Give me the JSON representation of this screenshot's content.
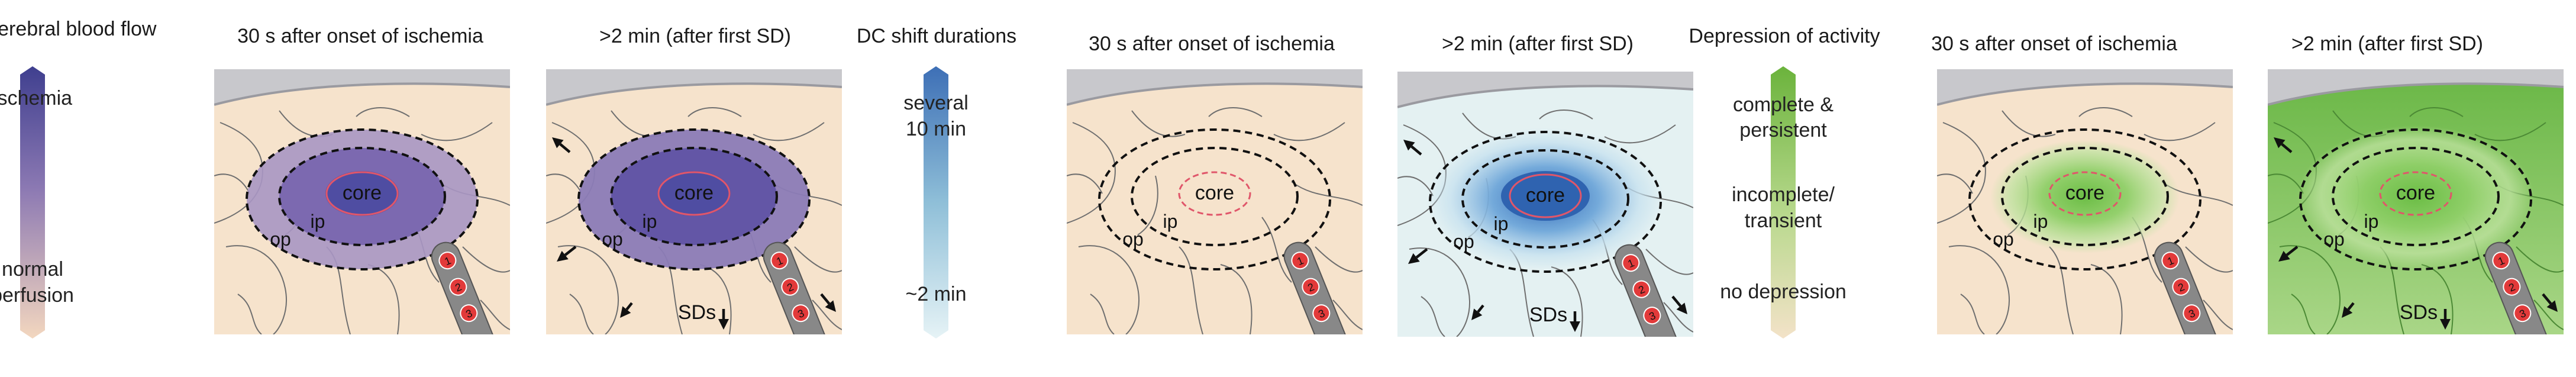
{
  "legend": {
    "cbf": {
      "title": "Cerebral blood flow",
      "top_label": "ischemia",
      "bottom_label_1": "normal",
      "bottom_label_2": "perfusion",
      "color_top": "#3f3f8f",
      "color_bottom": "#f3d7bf"
    },
    "dc": {
      "title": "DC shift durations",
      "top_label_1": "several",
      "top_label_2": "10 min",
      "bottom_label": "~2 min",
      "color_top": "#3d6fb6",
      "color_bottom": "#e6f3f6"
    },
    "depression": {
      "title": "Depression of activity",
      "top_label_1": "complete &",
      "top_label_2": "persistent",
      "mid_label_1": "incomplete/",
      "mid_label_2": "transient",
      "bottom_label": "no depression",
      "color_top": "#6bb33c",
      "color_bottom": "#f3e2c8"
    }
  },
  "panels": [
    {
      "title": "30 s after onset of ischemia",
      "core": "core",
      "ip": "ip",
      "op": "op",
      "sds": "",
      "electrodes": [
        "1",
        "2",
        "3"
      ],
      "theme": "purple",
      "stage": "early"
    },
    {
      "title": ">2 min (after first SD)",
      "core": "core",
      "ip": "ip",
      "op": "op",
      "sds": "SDs",
      "electrodes": [
        "1",
        "2",
        "3"
      ],
      "theme": "purple",
      "stage": "late"
    },
    {
      "title": "30 s after onset of ischemia",
      "core": "core",
      "ip": "ip",
      "op": "op",
      "sds": "",
      "electrodes": [
        "1",
        "2",
        "3"
      ],
      "theme": "none",
      "stage": "early"
    },
    {
      "title": ">2 min (after first SD)",
      "core": "core",
      "ip": "ip",
      "op": "op",
      "sds": "SDs",
      "electrodes": [
        "1",
        "2",
        "3"
      ],
      "theme": "blue",
      "stage": "late"
    },
    {
      "title": "30 s after onset of ischemia",
      "core": "core",
      "ip": "ip",
      "op": "op",
      "sds": "",
      "electrodes": [
        "1",
        "2",
        "3"
      ],
      "theme": "green",
      "stage": "early"
    },
    {
      "title": ">2 min (after first SD)",
      "core": "core",
      "ip": "ip",
      "op": "op",
      "sds": "SDs",
      "electrodes": [
        "1",
        "2",
        "3"
      ],
      "theme": "green",
      "stage": "late"
    }
  ]
}
